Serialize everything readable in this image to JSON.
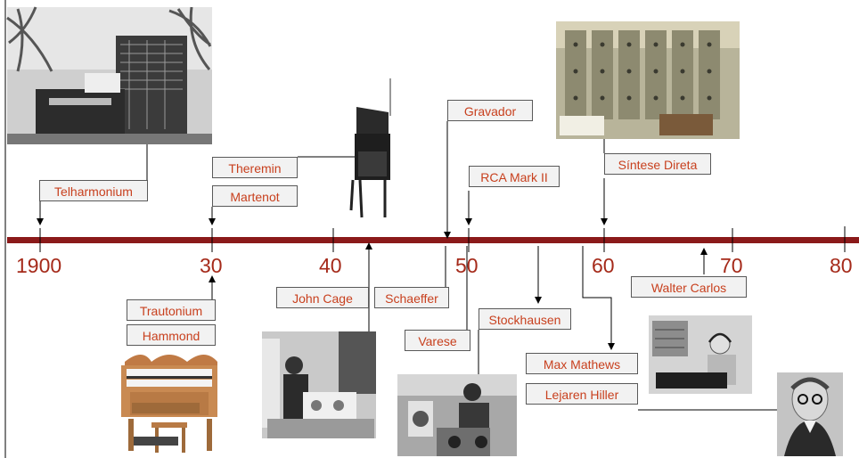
{
  "timeline": {
    "line_color": "#8b1a1a",
    "year_color": "#a52a1a",
    "label_text_color": "#c8401e",
    "years": [
      "1900",
      "30",
      "40",
      "50",
      "60",
      "70",
      "80"
    ]
  },
  "events": {
    "telharmonium": "Telharmonium",
    "theremin": "Theremin",
    "martenot": "Martenot",
    "gravador": "Gravador",
    "rca_mark_ii": "RCA Mark II",
    "sintese_direta": "Síntese Direta",
    "trautonium": "Trautonium",
    "hammond": "Hammond",
    "john_cage": "John Cage",
    "schaeffer": "Schaeffer",
    "varese": "Varese",
    "stockhausen": "Stockhausen",
    "walter_carlos": "Walter Carlos",
    "max_mathews": "Max Mathews",
    "lejaren_hiller": "Lejaren Hiller"
  },
  "photos": {
    "telharmonium": "telharmonium-photo",
    "theremin": "theremin-photo",
    "rca": "rca-synthesizer-photo",
    "hammond": "hammond-organ-photo",
    "cage": "john-cage-photo",
    "stockhausen": "stockhausen-photo",
    "mathews": "max-mathews-photo",
    "hiller": "lejaren-hiller-photo"
  }
}
